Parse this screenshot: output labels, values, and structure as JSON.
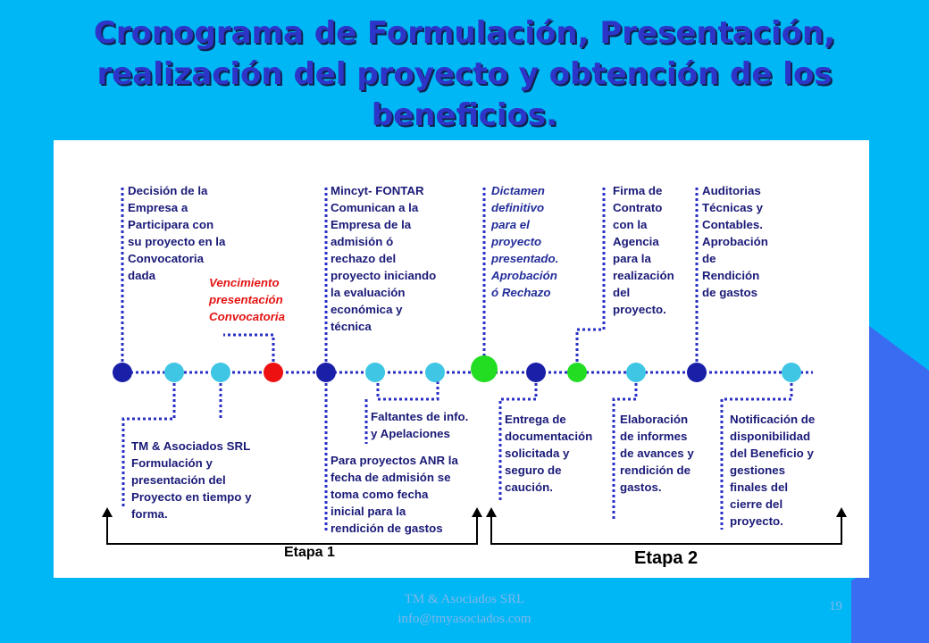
{
  "title": "Cronograma de Formulación, Presentación, realización del proyecto y obtención de los beneficios.",
  "labels": {
    "decision": "Decisión de la\nEmpresa a\nParticipara con\nsu proyecto en la\nConvocatoria\ndada",
    "vencimiento": "Vencimiento\npresentación\nConvocatoria",
    "mincyt": "Mincyt- FONTAR\nComunican a la\nEmpresa de la\nadmisión ó\nrechazo del\nproyecto iniciando\nla evaluación\neconómica y\ntécnica",
    "dictamen": "Dictamen\ndefinitivo\npara el\nproyecto\npresentado.\nAprobación\nó Rechazo",
    "firma": "Firma de\nContrato\ncon la\nAgencia\npara la\nrealización\ndel\nproyecto.",
    "auditorias": "Auditorias\nTécnicas y\nContables.\nAprobación\nde\nRendición\nde gastos",
    "tm": "  TM & Asociados SRL\nFormulación y\npresentación del\nProyecto en tiempo y\nforma.",
    "faltantes": "Faltantes de info.\ny Apelaciones",
    "anr": "Para proyectos ANR la\nfecha de admisión se\ntoma como fecha\ninicial para la\nrendición de gastos",
    "entrega": "Entrega de\ndocumentación\nsolicitada y\nseguro de\ncaución.",
    "elaboracion": "Elaboración\nde informes\nde avances y\nrendición de\ngastos.",
    "notificacion": "Notificación de\ndisponibilidad\ndel Beneficio y\ngestiones\nfinales del\ncierre del\nproyecto."
  },
  "etapa1": "Etapa 1",
  "etapa2": "Etapa 2",
  "footer": {
    "company": "TM & Asociados SRL",
    "email": "info@tmyasociados.com",
    "page": "19"
  },
  "colors": {
    "background": "#00b7f5",
    "title": "#2c35c8",
    "connector": "#2a2fc4",
    "node_navy": "#1a1fa8",
    "node_cyan": "#3ec6e4",
    "node_red": "#ee1111",
    "node_green": "#22dd22"
  },
  "nodes": [
    "navy",
    "cyan",
    "cyan",
    "red",
    "navy",
    "cyan",
    "cyan",
    "green-large",
    "navy",
    "green",
    "cyan",
    "navy",
    "cyan"
  ]
}
